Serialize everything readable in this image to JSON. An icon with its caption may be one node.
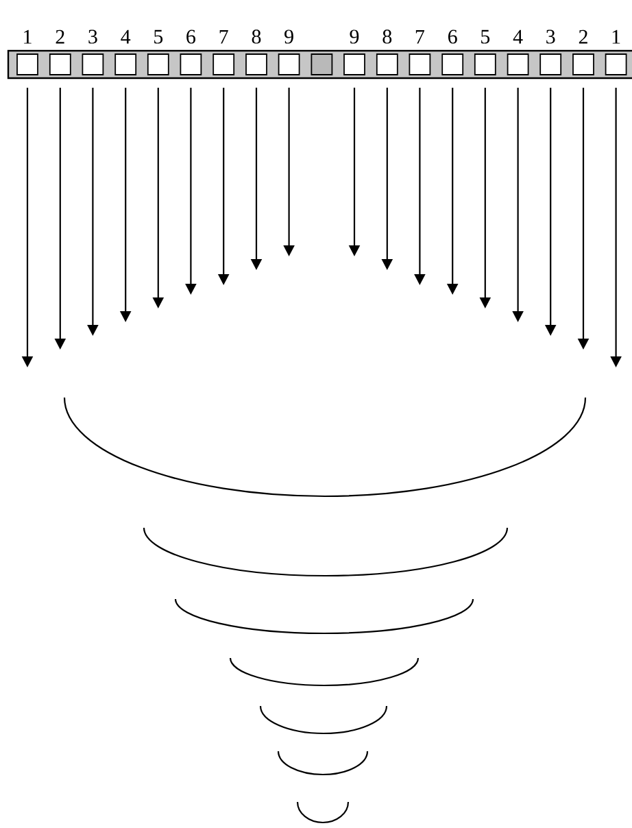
{
  "diagram": {
    "nodes": [
      {
        "text": [
          "1"
        ]
      },
      {
        "text": [
          "2"
        ]
      },
      {
        "text": [
          "3"
        ]
      },
      {
        "text": [
          "4"
        ]
      },
      {
        "text": [
          "5"
        ]
      },
      {
        "text": [
          "6"
        ]
      },
      {
        "text": [
          "7"
        ]
      },
      {
        "text": [
          "8"
        ]
      },
      {
        "text": [
          "9"
        ]
      },
      {
        "text": [],
        "shape": "box"
      },
      {
        "text": [
          "9"
        ]
      },
      {
        "text": [
          "8"
        ]
      },
      {
        "text": [
          "7"
        ]
      },
      {
        "text": [
          "6"
        ]
      },
      {
        "text": [
          "5"
        ]
      },
      {
        "text": [
          "4"
        ]
      },
      {
        "text": [
          "3"
        ]
      },
      {
        "text": [
          "2"
        ]
      },
      {
        "text": [
          "1"
        ]
      }
    ],
    "edges": [
      {
        "from": 0,
        "to": null,
        "arrow": "to"
      },
      {
        "from": 1,
        "to": null,
        "arrow": "to"
      },
      {
        "from": 2,
        "to": null,
        "arrow": "to"
      },
      {
        "from": 3,
        "to": null,
        "arrow": "to"
      },
      {
        "from": 4,
        "to": null,
        "arrow": "to"
      },
      {
        "from": 5,
        "to": null,
        "arrow": "to"
      },
      {
        "from": 6,
        "to": null,
        "arrow": "to"
      },
      {
        "from": 7,
        "to": null,
        "arrow": "to"
      },
      {
        "from": 8,
        "to": null,
        "arrow": "to"
      },
      {
        "from": 10,
        "to": null,
        "arrow": "to"
      },
      {
        "from": 11,
        "to": null,
        "arrow": "to"
      },
      {
        "from": 12,
        "to": null,
        "arrow": "to"
      },
      {
        "from": 13,
        "to": null,
        "arrow": "to"
      },
      {
        "from": 14,
        "to": null,
        "arrow": "to"
      },
      {
        "from": 15,
        "to": null,
        "arrow": "to"
      },
      {
        "from": 16,
        "to": null,
        "arrow": "to"
      },
      {
        "from": 17,
        "to": null,
        "arrow": "to"
      },
      {
        "from": 18,
        "to": null,
        "arrow": "to"
      }
    ]
  }
}
